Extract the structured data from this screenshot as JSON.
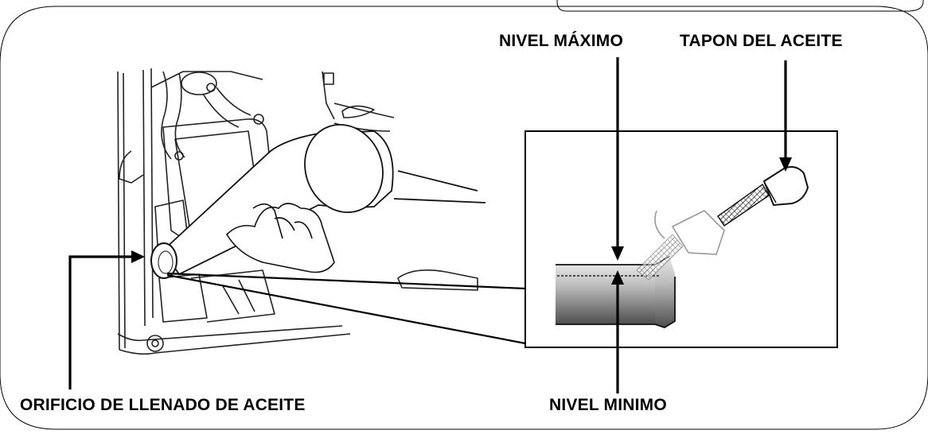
{
  "labels": {
    "max_level": "NIVEL MÁXIMO",
    "oil_cap": "TAPON DEL ACEITE",
    "fill_hole": "ORIFICIO DE LLENADO DE ACEITE",
    "min_level": "NIVEL MINIMO"
  },
  "colors": {
    "line": "#000000",
    "oil_top": "#cfcfcf",
    "oil_bottom": "#5a5a5a",
    "cap_mesh": "#333333"
  },
  "icons": {
    "fill_hole": "oil-fill-hole",
    "funnel": "funnel-icon",
    "dipstick": "dipstick-cap-icon"
  }
}
